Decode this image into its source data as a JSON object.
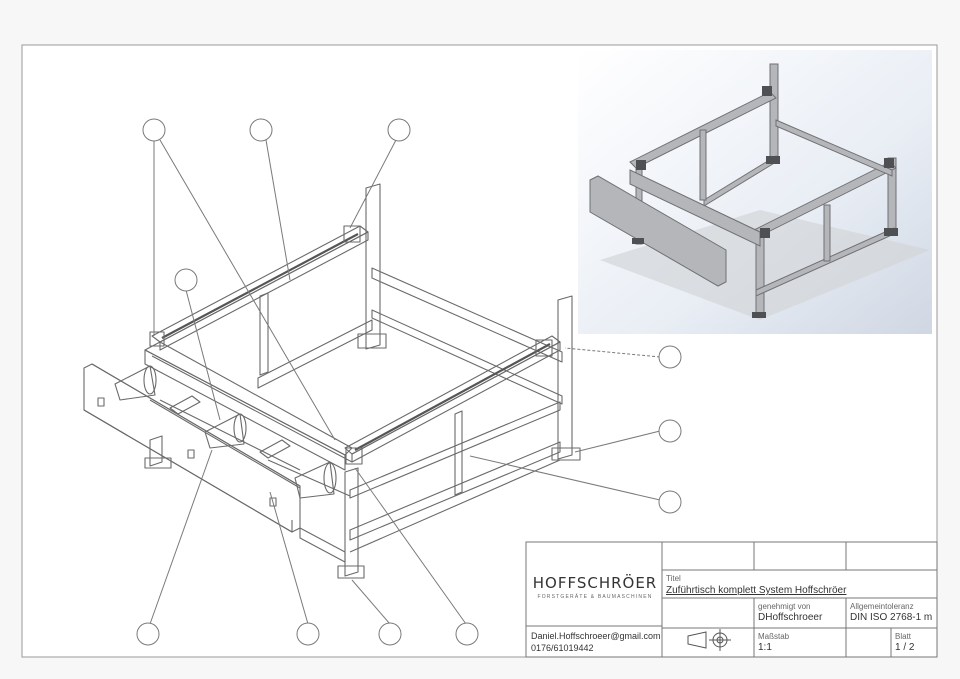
{
  "titleblock": {
    "logo_text": "HOFFSCHRÖER",
    "logo_subtitle": "FORSTGERÄTE & BAUMASCHINEN",
    "title_label": "Titel",
    "title_value": "Zuführtisch komplett System Hoffschröer",
    "approved_label": "genehmigt von",
    "approved_value": "DHoffschroeer",
    "tolerance_label": "Allgemeintoleranz",
    "tolerance_value": "DIN ISO 2768-1 m",
    "scale_label": "Maßstab",
    "scale_value": "1:1",
    "sheet_label": "Blatt",
    "sheet_value": "1 / 2",
    "email": "Daniel.Hoffschroeer@gmail.com",
    "phone": "0176/61019442"
  },
  "colors": {
    "line": "#6a6a6a",
    "frame": "#9a9a9a",
    "render_bg": "#e6edf5",
    "render_frame": "#8e8f92"
  },
  "balloons": [
    "",
    "",
    "",
    "",
    "",
    "",
    "",
    "",
    "",
    "",
    "",
    ""
  ]
}
